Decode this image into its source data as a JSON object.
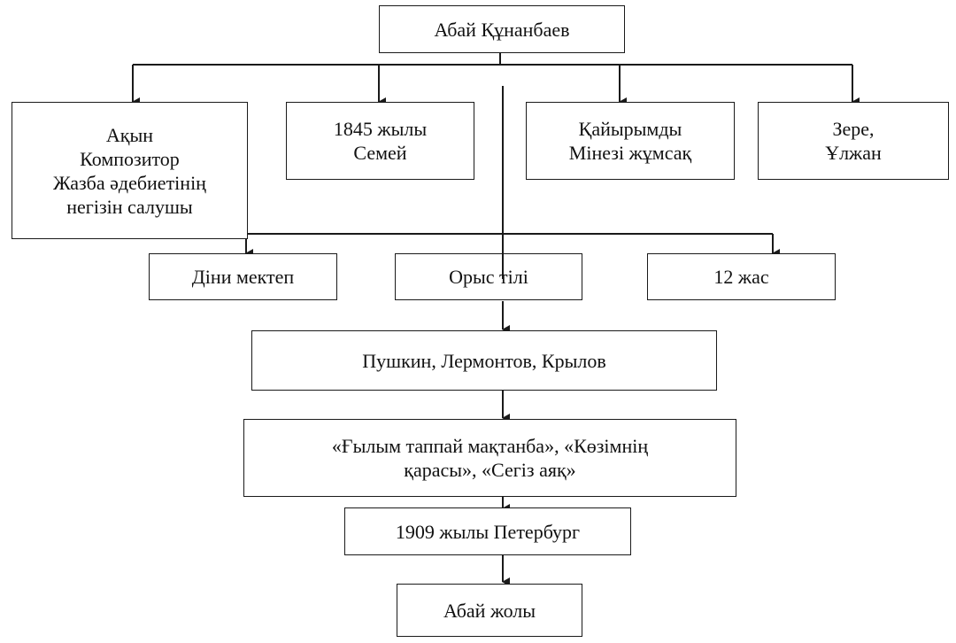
{
  "diagram": {
    "root": "Абай Құнанбаев",
    "level1": {
      "roles": [
        "Ақын",
        "Композитор",
        "Жазба әдебиетінің",
        "негізін салушы"
      ],
      "birth": [
        "1845 жылы",
        "Семей"
      ],
      "character": [
        "Қайырымды",
        "Мінезі жұмсақ"
      ],
      "family": [
        "Зере,",
        "Ұлжан"
      ]
    },
    "level2": {
      "religious_school": "Діни мектеп",
      "russian_language": "Орыс тілі",
      "age": "12 жас"
    },
    "poets": "Пушкин, Лермонтов, Крылов",
    "works": [
      "«Ғылым таппай мақтанба», «Көзімнің",
      "қарасы», «Сегіз аяқ»"
    ],
    "publication": "1909 жылы Петербург",
    "novel": "Абай жолы"
  }
}
